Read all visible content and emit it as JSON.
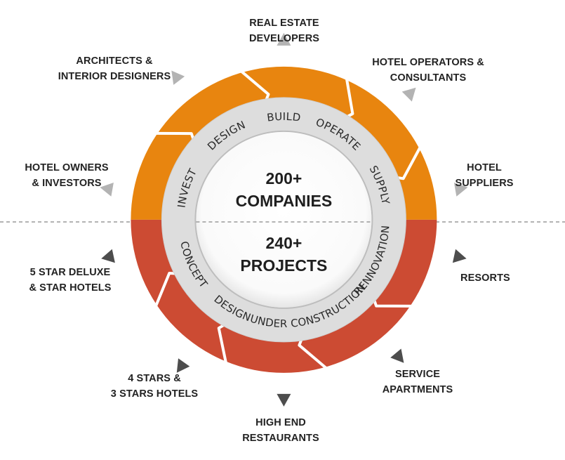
{
  "center": {
    "top_line1": "200+",
    "top_line2": "COMPANIES",
    "bottom_line1": "240+",
    "bottom_line2": "PROJECTS"
  },
  "ring_top": [
    "INVEST",
    "DESIGN",
    "BUILD",
    "OPERATE",
    "SUPPLY"
  ],
  "ring_bottom": [
    "CONCEPT",
    "DESIGN",
    "UNDER CONSTRUCTION",
    "RENNOVATION"
  ],
  "outer_top": [
    {
      "key": "developers",
      "line1": "REAL ESTATE",
      "line2": "DEVELOPERS"
    },
    {
      "key": "operators",
      "line1": "HOTEL OPERATORS &",
      "line2": "CONSULTANTS"
    },
    {
      "key": "suppliers",
      "line1": "HOTEL",
      "line2": "SUPPLIERS"
    },
    {
      "key": "owners",
      "line1": "HOTEL OWNERS",
      "line2": "& INVESTORS"
    },
    {
      "key": "architects",
      "line1": "ARCHITECTS &",
      "line2": "INTERIOR DESIGNERS"
    }
  ],
  "outer_bottom": [
    {
      "key": "resorts",
      "line1": "RESORTS",
      "line2": ""
    },
    {
      "key": "apartments",
      "line1": "SERVICE",
      "line2": "APARTMENTS"
    },
    {
      "key": "restaurants",
      "line1": "HIGH END",
      "line2": "RESTAURANTS"
    },
    {
      "key": "four-star",
      "line1": "4 STARS &",
      "line2": "3 STARS HOTELS"
    },
    {
      "key": "five-star",
      "line1": "5 STAR DELUXE",
      "line2": "& STAR HOTELS"
    }
  ],
  "colors": {
    "top_ring": "#e8850f",
    "bottom_ring": "#cc4b33",
    "inner_ring": "#dcdcdc",
    "top_pointer": "#b3b3b3",
    "bottom_pointer": "#4d4d4d",
    "divider": "#9a9a9a"
  }
}
